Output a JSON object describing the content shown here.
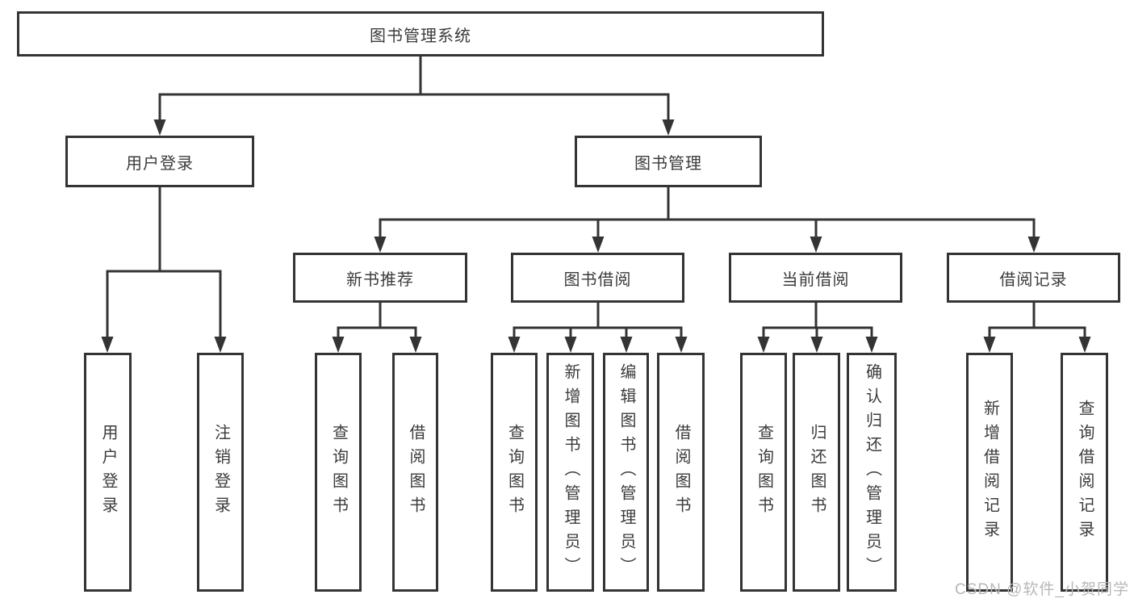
{
  "colors": {
    "line": "#343434",
    "box_border": "#343434",
    "text": "#3b3b3b",
    "watermark": "#b8b8b8",
    "background": "#ffffff"
  },
  "watermark": {
    "text": "CSDN @软件_小贺同学"
  },
  "tree": {
    "label": "图书管理系统",
    "children": [
      {
        "label": "用户登录",
        "children": [
          {
            "label": "用户登录"
          },
          {
            "label": "注销登录"
          }
        ]
      },
      {
        "label": "图书管理",
        "children": [
          {
            "label": "新书推荐",
            "children": [
              {
                "label": "查询图书"
              },
              {
                "label": "借阅图书"
              }
            ]
          },
          {
            "label": "图书借阅",
            "children": [
              {
                "label": "查询图书"
              },
              {
                "label": "新增图书（管理员）"
              },
              {
                "label": "编辑图书（管理员）"
              },
              {
                "label": "借阅图书"
              }
            ]
          },
          {
            "label": "当前借阅",
            "children": [
              {
                "label": "查询图书"
              },
              {
                "label": "归还图书"
              },
              {
                "label": "确认归还（管理员）"
              }
            ]
          },
          {
            "label": "借阅记录",
            "children": [
              {
                "label": "新增借阅记录"
              },
              {
                "label": "查询借阅记录"
              }
            ]
          }
        ]
      }
    ]
  }
}
